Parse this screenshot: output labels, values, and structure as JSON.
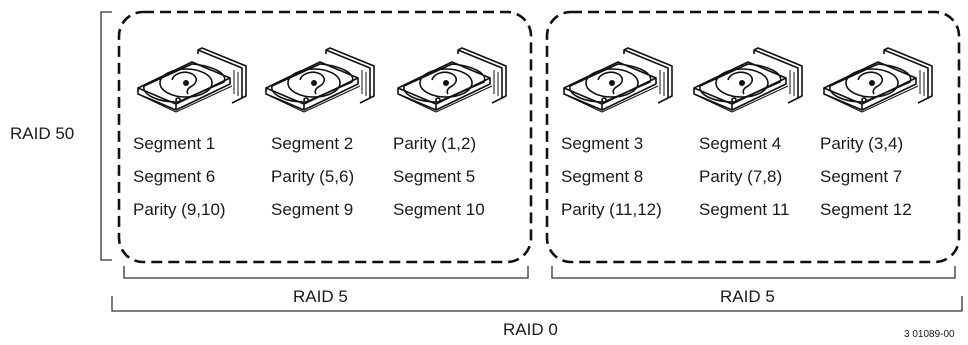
{
  "diagram": {
    "outer_label": "RAID 50",
    "bottom_label": "RAID 0",
    "figure_code": "3 01089-00",
    "groups": [
      {
        "label": "RAID 5",
        "columns": [
          [
            "Segment 1",
            "Segment 6",
            "Parity (9,10)"
          ],
          [
            "Segment 2",
            "Parity (5,6)",
            "Segment 9"
          ],
          [
            "Parity (1,2)",
            "Segment 5",
            "Segment 10"
          ]
        ]
      },
      {
        "label": "RAID 5",
        "columns": [
          [
            "Segment 3",
            "Segment 8",
            "Parity (11,12)"
          ],
          [
            "Segment 4",
            "Parity (7,8)",
            "Segment 11"
          ],
          [
            "Parity (3,4)",
            "Segment 7",
            "Segment 12"
          ]
        ]
      }
    ],
    "icons": [
      "hard-drive-icon",
      "hard-drive-icon",
      "hard-drive-icon",
      "hard-drive-icon",
      "hard-drive-icon",
      "hard-drive-icon"
    ]
  }
}
